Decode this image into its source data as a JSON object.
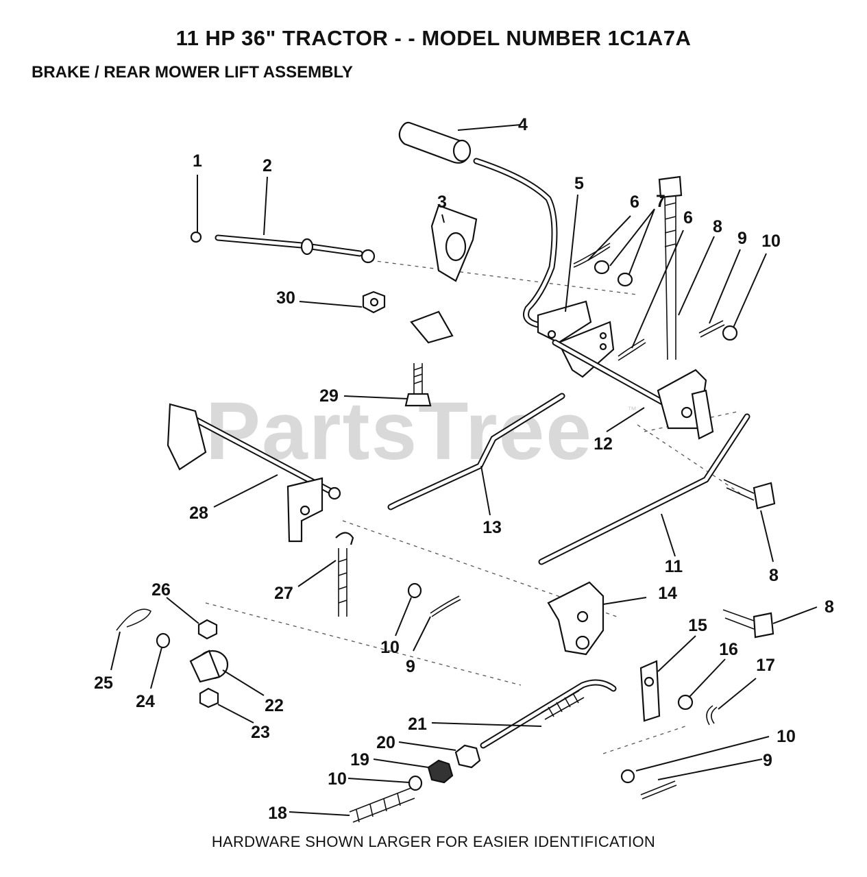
{
  "header": {
    "title": "11 HP 36\" TRACTOR - - MODEL NUMBER 1C1A7A",
    "subtitle": "BRAKE / REAR MOWER LIFT ASSEMBLY"
  },
  "watermark": {
    "text": "PartsTree",
    "mark": "™"
  },
  "footer": {
    "note": "HARDWARE SHOWN LARGER FOR EASIER IDENTIFICATION"
  },
  "callouts": [
    "1",
    "2",
    "3",
    "4",
    "5",
    "6",
    "7",
    "6",
    "8",
    "9",
    "10",
    "30",
    "29",
    "12",
    "28",
    "13",
    "11",
    "8",
    "27",
    "26",
    "10",
    "9",
    "14",
    "8",
    "15",
    "16",
    "17",
    "25",
    "24",
    "22",
    "23",
    "21",
    "20",
    "19",
    "10",
    "10",
    "9",
    "18"
  ]
}
